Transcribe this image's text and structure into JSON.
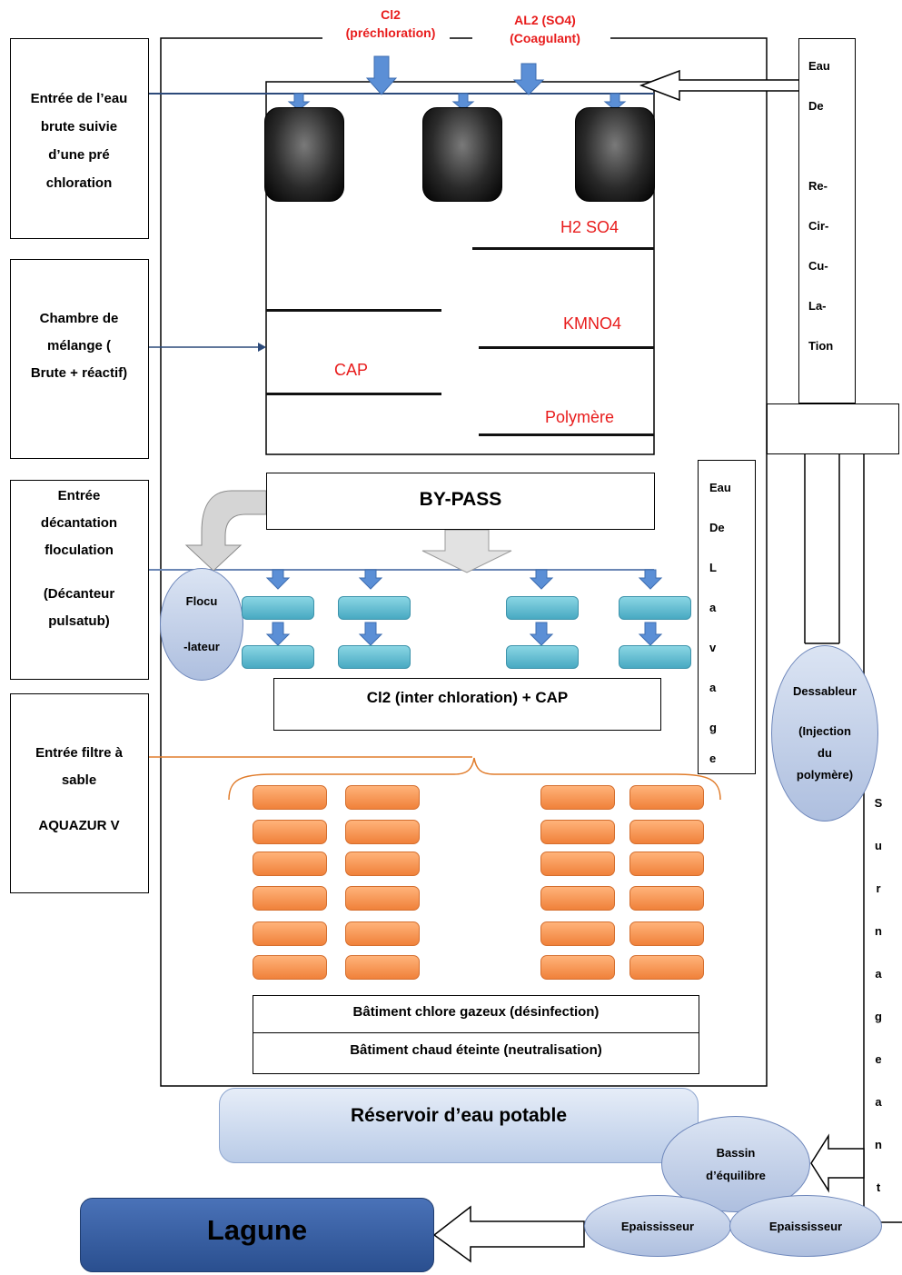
{
  "left_boxes": [
    {
      "lines": [
        "Entrée de l’eau",
        "brute suivie",
        "d’une pré",
        "chloration"
      ]
    },
    {
      "lines": [
        "Chambre de",
        "mélange (",
        "Brute + réactif)"
      ]
    },
    {
      "lines": [
        "Entrée",
        "décantation",
        "floculation",
        "(Décanteur",
        "pulsatub)"
      ]
    },
    {
      "lines": [
        "Entrée filtre à",
        "sable",
        "AQUAZUR V"
      ]
    }
  ],
  "top_reagents": {
    "cl2": [
      "Cl2",
      "(préchloration)"
    ],
    "al2": [
      "AL2 (SO4)",
      "(Coagulant)"
    ]
  },
  "reagents": {
    "h2so4": "H2 SO4",
    "kmno4": "KMNO4",
    "cap": "CAP",
    "polymere": "Polymère"
  },
  "bypass": "BY-PASS",
  "floculateur": [
    "Flocu",
    "-lateur"
  ],
  "interchloration": "Cl2 (inter chloration) + CAP",
  "batiments": {
    "chlore": "Bâtiment chlore gazeux (désinfection)",
    "chaux": "Bâtiment chaud éteinte (neutralisation)"
  },
  "recirculation": [
    "Eau",
    "De",
    "Re-",
    "Cir-",
    "Cu-",
    "La-",
    "Tion"
  ],
  "lavage": [
    "Eau",
    "De",
    "L",
    "a",
    "v",
    "a",
    "g",
    "e"
  ],
  "surnageant": [
    "S",
    "u",
    "r",
    "n",
    "a",
    "g",
    "e",
    "a",
    "n",
    "t"
  ],
  "dessableur": [
    "Dessableur",
    "(Injection",
    "du",
    "polymère)"
  ],
  "reservoir": "Réservoir d’eau potable",
  "bassin": [
    "Bassin",
    "d’équilibre"
  ],
  "epaississeurs": [
    "Epaississeur",
    "Epaississeur"
  ],
  "lagune": "Lagune",
  "colors": {
    "reagent_text": "#e81c1c",
    "connector_blue": "#2c4a7a",
    "cyan_unit": "#48a9c2",
    "orange_unit": "#f0813a",
    "lagune_fill": "#2f5597"
  }
}
